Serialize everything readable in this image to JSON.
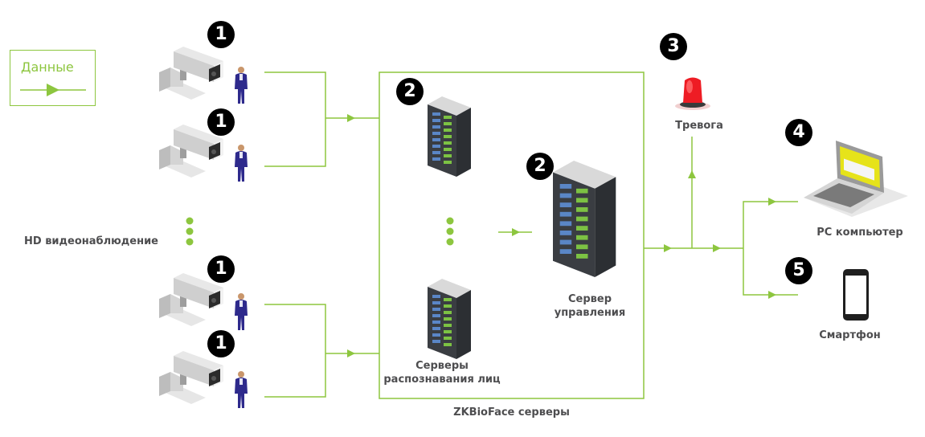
{
  "legend": {
    "label": "Данные",
    "color": "#8dc63f"
  },
  "colors": {
    "line": "#8dc63f",
    "text": "#4d4d4f",
    "badge": "#000000"
  },
  "cameras": {
    "group_label": "HD видеонаблюдение",
    "badge": "1",
    "items": [
      {
        "id": "camera-1",
        "icon": "cctv-camera-icon"
      },
      {
        "id": "camera-2",
        "icon": "cctv-camera-icon"
      },
      {
        "id": "camera-3",
        "icon": "cctv-camera-icon"
      },
      {
        "id": "camera-4",
        "icon": "cctv-camera-icon"
      }
    ]
  },
  "servers": {
    "group_label": "ZKBioFace серверы",
    "recognition_label": "Серверы\nраспознавания лиц",
    "recognition_badge": "2",
    "management_label": "Сервер\nуправления",
    "management_badge": "2"
  },
  "outputs": {
    "alarm": {
      "label": "Тревога",
      "badge": "3",
      "icon": "alarm-beacon-icon"
    },
    "pc": {
      "label": "PC компьютер",
      "badge": "4",
      "icon": "laptop-icon"
    },
    "smartphone": {
      "label": "Смартфон",
      "badge": "5",
      "icon": "smartphone-icon"
    }
  }
}
